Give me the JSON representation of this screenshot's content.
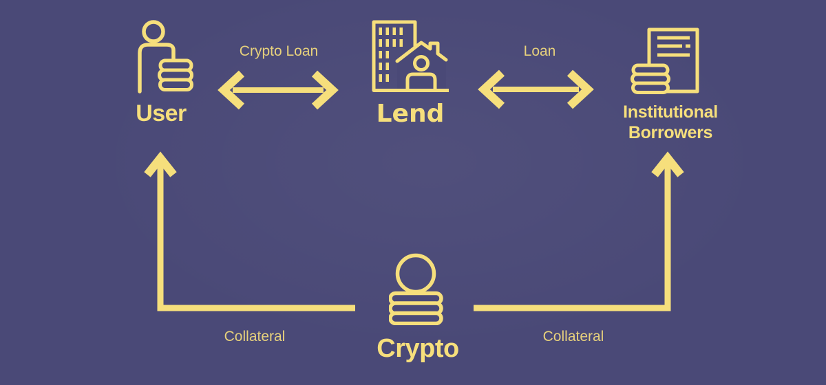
{
  "colors": {
    "background": "#4a4977",
    "accent": "#f6df7c",
    "accent_soft": "#e7d17c"
  },
  "nodes": {
    "user": {
      "label": "User",
      "icon": "person-with-coins-icon"
    },
    "lend": {
      "label": "Lend",
      "icon": "lender-building-icon"
    },
    "institutional": {
      "label_line1": "Institutional",
      "label_line2": "Borrowers",
      "icon": "document-with-coins-icon"
    },
    "crypto": {
      "label": "Crypto",
      "icon": "coin-stack-icon"
    }
  },
  "edges": {
    "crypto_loan": {
      "label": "Crypto Loan",
      "type": "double-arrow",
      "between": [
        "user",
        "lend"
      ]
    },
    "loan": {
      "label": "Loan",
      "type": "double-arrow",
      "between": [
        "lend",
        "institutional"
      ]
    },
    "collateral_left": {
      "label": "Collateral",
      "type": "up-arrow",
      "between": [
        "crypto",
        "user"
      ]
    },
    "collateral_right": {
      "label": "Collateral",
      "type": "up-arrow",
      "between": [
        "crypto",
        "institutional"
      ]
    }
  }
}
